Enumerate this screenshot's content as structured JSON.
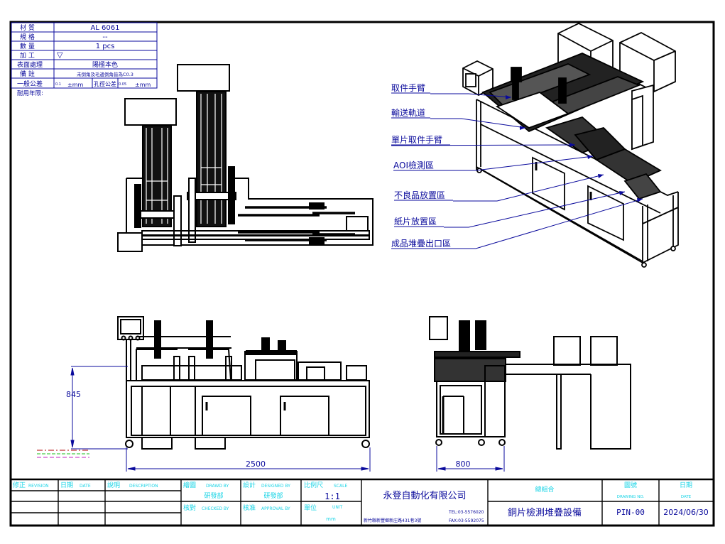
{
  "spec_table": {
    "rows": [
      {
        "label": "材 質",
        "value": "AL 6061"
      },
      {
        "label": "規 格",
        "value": "--"
      },
      {
        "label": "數 量",
        "value": "1  pcs"
      },
      {
        "label": "加 工",
        "value": "▽"
      },
      {
        "label": "表面處理",
        "value": "陽極本色"
      },
      {
        "label": "備 註",
        "value": "未倒角及毛邊倒角皆為C0.3"
      }
    ],
    "tolerance": {
      "label": "一般公差",
      "general_prefix": "0.1",
      "general_value": "±mm",
      "hole_label": "孔徑公差",
      "hole_prefix": "0.05",
      "hole_value": "±mm"
    },
    "service_life_label": "耐用年限:"
  },
  "callouts": [
    {
      "label": "取件手臂"
    },
    {
      "label": "輸送軌道"
    },
    {
      "label": "單片取件手臂"
    },
    {
      "label": "AOI檢測區"
    },
    {
      "label": "不良品放置區"
    },
    {
      "label": "紙片放置區"
    },
    {
      "label": "成品堆疊出口區"
    }
  ],
  "dimensions": {
    "height": "845",
    "width_front": "2500",
    "width_side": "800"
  },
  "title_block": {
    "revision_label": "修正",
    "revision_en": "REVISION",
    "date_label": "日期",
    "date_en": "DATE",
    "description_label": "說明",
    "description_en": "DESCRIPTION",
    "drawn_label": "繪圖",
    "drawn_en": "DRAWD BY",
    "drawn_value": "研發部",
    "designed_label": "設計",
    "designed_en": "DESIGNED BY",
    "designed_value": "研發部",
    "checked_label": "核對",
    "checked_en": "CHECKED BY",
    "approval_label": "核准",
    "approval_en": "APPROVAL BY",
    "scale_label": "比例尺",
    "scale_en": "SCALE",
    "scale_value": "1:1",
    "unit_label": "單位",
    "unit_en": "UNIT",
    "unit_value": "mm",
    "company": "永登自動化有限公司",
    "address": "新竹縣新豐鄉新庄路431巷3號",
    "tel": "TEL:03-5576020",
    "fax": "FAX:03-5592075",
    "assembly_label": "總組合",
    "drawing_no_label": "圖號",
    "drawing_no_en": "DRAWING NO.",
    "title_date_label": "日期",
    "title_date_en": "DATE",
    "product_name": "銅片檢測堆疊設備",
    "drawing_no": "PIN-00",
    "date": "2024/06/30"
  },
  "colors": {
    "frame": "#000000",
    "annotation_blue": "#0a0a9c",
    "title_cyan": "#19d4e6"
  }
}
